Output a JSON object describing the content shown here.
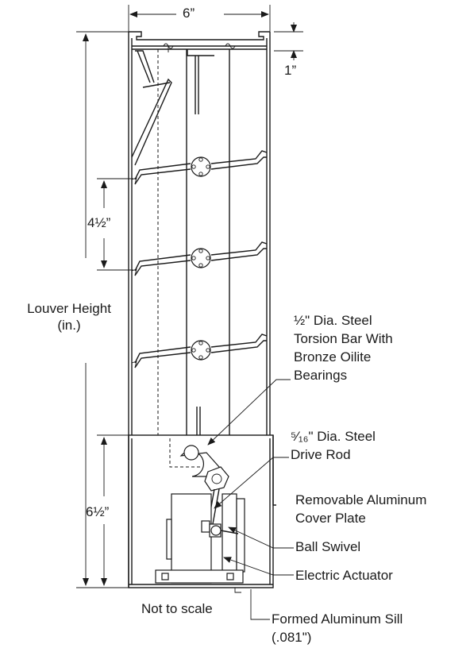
{
  "labels": {
    "width_dim": "6”",
    "top_offset_dim": "1”",
    "blade_spacing_dim": "4½”",
    "louver_height_line1": "Louver Height",
    "louver_height_line2": "(in.)",
    "bottom_section_dim": "6½”",
    "torsion_bar": [
      "½\" Dia. Steel",
      "Torsion Bar With",
      "Bronze Oilite",
      "Bearings"
    ],
    "drive_rod": [
      "⁵⁄₁₆\" Dia. Steel",
      "Drive Rod"
    ],
    "cover_plate": [
      "Removable Aluminum",
      "Cover Plate"
    ],
    "ball_swivel": "Ball Swivel",
    "electric_actuator": "Electric Actuator",
    "not_to_scale": "Not to scale",
    "sill": [
      "Formed Aluminum Sill",
      "(.081\")"
    ]
  }
}
